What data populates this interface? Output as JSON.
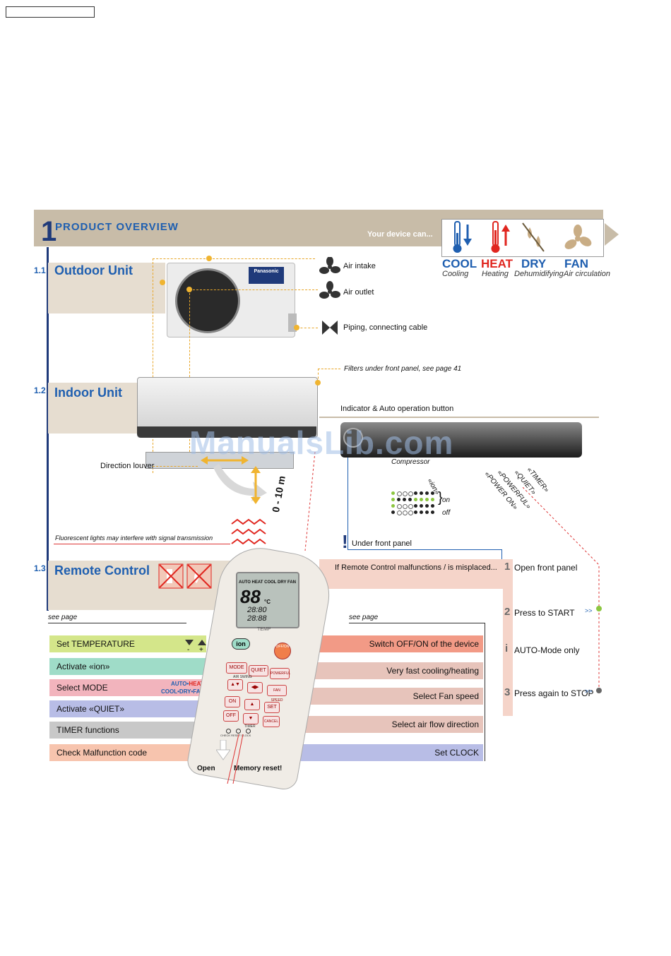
{
  "header": {
    "section_number": "1",
    "section_title": "PRODUCT  OVERVIEW",
    "your_device": "Your device can..."
  },
  "modes": [
    {
      "title": "COOL",
      "sub": "Cooling",
      "color": "#1f5fb0",
      "icon": "thermometer-down-icon"
    },
    {
      "title": "HEAT",
      "sub": "Heating",
      "color": "#e0261f",
      "icon": "thermometer-up-icon"
    },
    {
      "title": "DRY",
      "sub": "Dehumidifying",
      "color": "#1f5fb0",
      "icon": "droplets-icon"
    },
    {
      "title": "FAN",
      "sub": "Air circulation",
      "color": "#1f5fb0",
      "icon": "fan-icon"
    }
  ],
  "outdoor": {
    "num": "1.1",
    "title": "Outdoor Unit",
    "brand": "Panasonic",
    "air_intake": "Air intake",
    "air_outlet": "Air outlet",
    "piping": "Piping, connecting cable"
  },
  "indoor": {
    "num": "1.2",
    "title": "Indoor Unit",
    "filters": "Filters under front panel, see page 41",
    "indicator": "Indicator & Auto operation button",
    "louver": "Direction louver",
    "compressor": "Compressor",
    "ion": "«ion»",
    "timer": "«TIMER»",
    "quiet": "«QUIET»",
    "powerful": "«POWERFUL»",
    "power_on": "«POWER ON»",
    "on": "on",
    "off": "off",
    "fluorescent": "Fluorescent lights may interfere with signal transmission",
    "distance": "0 - 10 m",
    "under_front_panel": "Under front panel"
  },
  "remote": {
    "num": "1.3",
    "title": "Remote Control",
    "see_page_left": "see page",
    "see_page_right": "see page",
    "malfunction": "If Remote Control malfunctions / is misplaced...",
    "open": "Open",
    "memory_reset": "Memory reset!",
    "lcd_top": "AUTO HEAT COOL DRY FAN",
    "lcd_temp": "88",
    "lcd_unit": "°C",
    "lcd_time1": "28:80",
    "lcd_time2": "28:88",
    "temp_label": "TEMP",
    "btn_ion": "ion",
    "btn_offon": "OFF/ON",
    "btn_mode": "MODE",
    "btn_quiet": "QUIET",
    "btn_powerful": "POWERFUL",
    "btn_air_swing": "AIR SWING",
    "btn_fan_speed": "FAN SPEED",
    "btn_on": "ON",
    "btn_off": "OFF",
    "btn_set": "SET",
    "btn_cancel": "CANCEL",
    "btn_timer": "TIMER",
    "btn_bottom": "CHECK  RESET  CLOCK",
    "left_rows": [
      {
        "label": "Set TEMPERATURE",
        "color": "#d4e68a"
      },
      {
        "label": "Activate «ion»",
        "color": "#9fdcc8"
      },
      {
        "label": "Select MODE",
        "color": "#f2b4bd"
      },
      {
        "label": "Activate «QUIET»",
        "color": "#b8bde6"
      },
      {
        "label": "TIMER functions",
        "color": "#c8c8c8"
      },
      {
        "label": "Check Malfunction code",
        "color": "#f7c4ae"
      }
    ],
    "mode_hint_line1_a": "AUTO",
    "mode_hint_line1_b": "HEAT",
    "mode_hint_line2": "COOL•DRY•FAN",
    "right_rows": [
      {
        "label": "Switch OFF/ON of the device",
        "color": "#f29a86"
      },
      {
        "label": "Very fast cooling/heating",
        "color": "#e7c4bb"
      },
      {
        "label": "Select Fan speed",
        "color": "#e7c4bb"
      },
      {
        "label": "Select air flow direction",
        "color": "#e7c4bb"
      },
      {
        "label": "Set CLOCK",
        "color": "#b8bde6"
      }
    ],
    "steps": [
      {
        "num": "1",
        "label": "Open front panel"
      },
      {
        "num": "2",
        "label": "Press to START"
      },
      {
        "num": "i",
        "label": "AUTO-Mode only"
      },
      {
        "num": "3",
        "label": "Press again to STOP"
      }
    ],
    "arrows": ">>"
  },
  "watermark": "ManualsLib.com"
}
